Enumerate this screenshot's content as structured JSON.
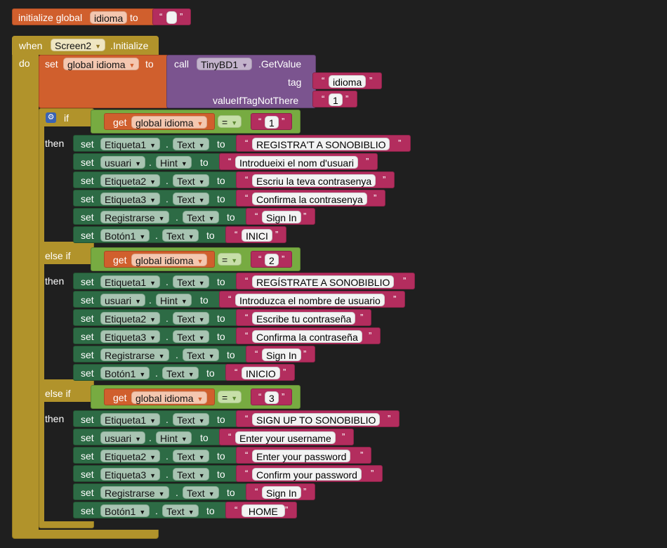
{
  "init": {
    "kw_initialize": "initialize global",
    "var_name": "idioma",
    "kw_to": "to",
    "value": ""
  },
  "event": {
    "kw_when": "when",
    "component": "Screen2",
    "event_name": ".Initialize",
    "kw_do": "do"
  },
  "set_global": {
    "kw_set": "set",
    "var": "global idioma",
    "kw_to": "to",
    "kw_call": "call",
    "db_component": "TinyBD1",
    "method": ".GetValue",
    "tag_label": "tag",
    "tag_value": "idioma",
    "default_label": "valueIfTagNotThere",
    "default_value": "1"
  },
  "kw": {
    "if": "if",
    "else_if": "else if",
    "then": "then",
    "get": "get",
    "get_var": "global idioma",
    "eq": "=",
    "set": "set",
    "to": "to",
    "dot": "."
  },
  "branches": [
    {
      "cond_value": "1",
      "lines": [
        {
          "component": "Etiqueta1",
          "property": "Text",
          "value": "REGISTRA'T A SONOBIBLIO"
        },
        {
          "component": "usuari",
          "property": "Hint",
          "value": "Introdueixi el nom d'usuari"
        },
        {
          "component": "Etiqueta2",
          "property": "Text",
          "value": "Escriu la teva contrasenya"
        },
        {
          "component": "Etiqueta3",
          "property": "Text",
          "value": "Confirma la contrasenya"
        },
        {
          "component": "Registrarse",
          "property": "Text",
          "value": "Sign In"
        },
        {
          "component": "Botón1",
          "property": "Text",
          "value": "INICI"
        }
      ]
    },
    {
      "cond_value": "2",
      "lines": [
        {
          "component": "Etiqueta1",
          "property": "Text",
          "value": "REGÍSTRATE A SONOBIBLIO"
        },
        {
          "component": "usuari",
          "property": "Hint",
          "value": "Introduzca el nombre de usuario"
        },
        {
          "component": "Etiqueta2",
          "property": "Text",
          "value": "Escribe tu contraseña"
        },
        {
          "component": "Etiqueta3",
          "property": "Text",
          "value": "Confirma la contraseña"
        },
        {
          "component": "Registrarse",
          "property": "Text",
          "value": "Sign In"
        },
        {
          "component": "Botón1",
          "property": "Text",
          "value": "INICIO"
        }
      ]
    },
    {
      "cond_value": "3",
      "lines": [
        {
          "component": "Etiqueta1",
          "property": "Text",
          "value": "SIGN UP TO SONOBIBLIO"
        },
        {
          "component": "usuari",
          "property": "Hint",
          "value": "Enter your username"
        },
        {
          "component": "Etiqueta2",
          "property": "Text",
          "value": " Enter your password"
        },
        {
          "component": "Etiqueta3",
          "property": "Text",
          "value": " Confirm your password"
        },
        {
          "component": "Registrarse",
          "property": "Text",
          "value": "Sign In"
        },
        {
          "component": "Botón1",
          "property": "Text",
          "value": " HOME "
        }
      ]
    }
  ],
  "colors": {
    "variable": "#d05f2d",
    "event": "#b1932b",
    "component": "#2d6b45",
    "procedure_call": "#7b548f",
    "text": "#b32d5e",
    "logic": "#77ab41",
    "background": "#1f1f1f"
  }
}
